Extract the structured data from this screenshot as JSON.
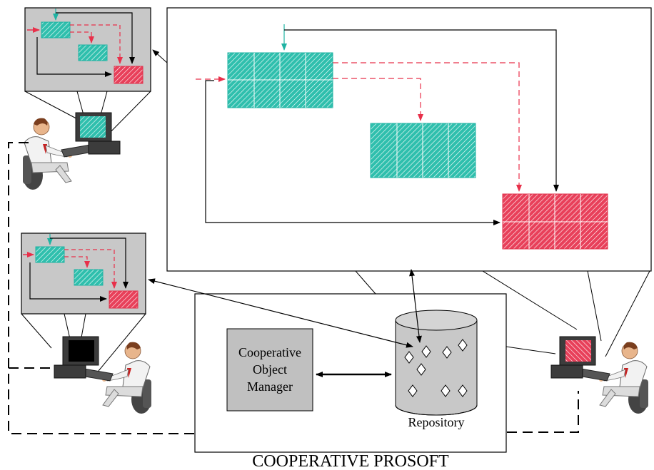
{
  "title": "COOPERATIVE PROSOFT",
  "manager": {
    "line1": "Cooperative",
    "line2": "Object",
    "line3": "Manager"
  },
  "repository_label": "Repository",
  "colors": {
    "teal": "#1fb3a3",
    "red": "#e0304a",
    "screen_gray": "#c8c8c8",
    "manager_gray": "#c0c0c0",
    "dashed_red": "#e8304a"
  },
  "icons": [
    "person-at-computer-icon",
    "database-cylinder-icon",
    "diamond-object-icon"
  ]
}
